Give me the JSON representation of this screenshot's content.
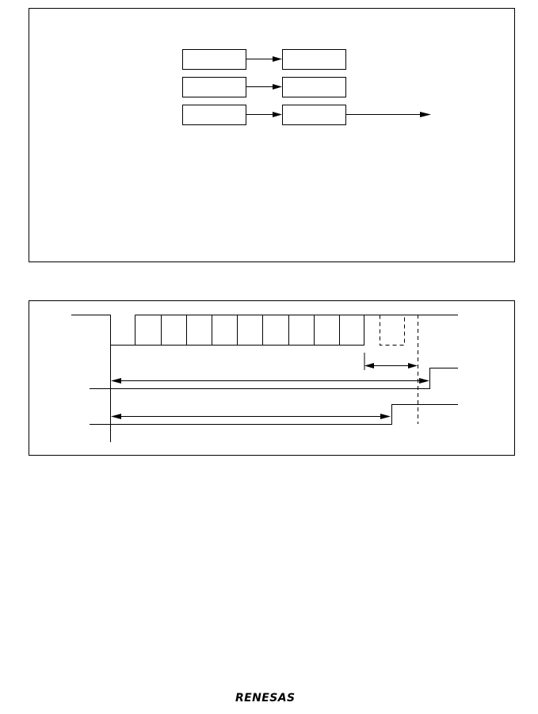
{
  "logo": {
    "name": "renesas-logo",
    "text": "RENESAS"
  },
  "block_diagram": {
    "boxes": [
      {
        "id": "left-box-1",
        "label": ""
      },
      {
        "id": "left-box-2",
        "label": ""
      },
      {
        "id": "left-box-3",
        "label": ""
      },
      {
        "id": "right-box-1",
        "label": ""
      },
      {
        "id": "right-box-2",
        "label": ""
      },
      {
        "id": "right-box-3",
        "label": ""
      }
    ],
    "connections": [
      {
        "from": "left-box-1",
        "to": "right-box-1"
      },
      {
        "from": "left-box-2",
        "to": "right-box-2"
      },
      {
        "from": "left-box-3",
        "to": "right-box-3"
      },
      {
        "from": "right-box-3",
        "to": "output"
      }
    ]
  },
  "timing_diagram": {
    "serial_frame": {
      "bit_cells": 9,
      "optional_cells": 1
    },
    "signals": [
      {
        "id": "serial-line"
      },
      {
        "id": "flag-signal-1"
      },
      {
        "id": "flag-signal-2"
      }
    ],
    "intervals": [
      {
        "id": "interval-long"
      },
      {
        "id": "interval-short"
      },
      {
        "id": "interval-optional"
      }
    ]
  }
}
